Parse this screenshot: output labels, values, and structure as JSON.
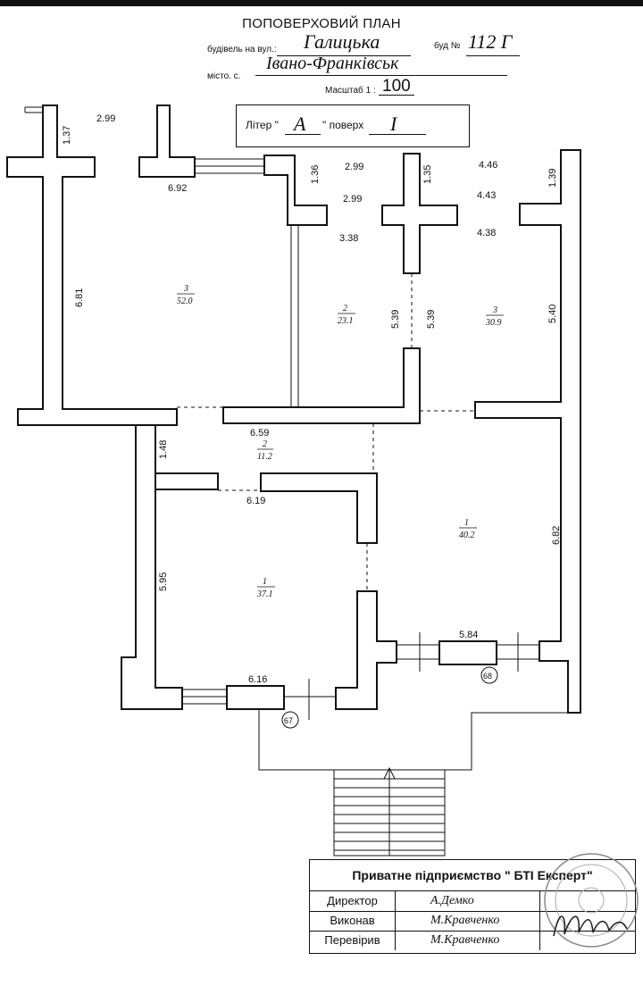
{
  "header": {
    "title": "ПОПОВЕРХОВИЙ ПЛАН",
    "street_label": "будівель на вул.:",
    "street_value": "Галицька",
    "building_label": "буд №",
    "building_value": "112 Г",
    "city_label": "місто. с.",
    "city_value": "Івано-Франківськ",
    "scale_label": "Масштаб 1 :",
    "scale_value": "100"
  },
  "liter": {
    "liter_label": "Літер \"",
    "liter_value": "А",
    "floor_label": "\" поверх",
    "floor_value": "I"
  },
  "dimensions": [
    "2.99",
    "1.37",
    "6.92",
    "1.36",
    "2.99",
    "1.35",
    "4.46",
    "1.39",
    "2.99",
    "4.43",
    "3.38",
    "4.38",
    "6.81",
    "5.39",
    "5.39",
    "5.40",
    "6.59",
    "1.48",
    "6.19",
    "6.82",
    "5.95",
    "5.84",
    "6.16"
  ],
  "rooms": [
    {
      "num": "3",
      "area": "52.0"
    },
    {
      "num": "2",
      "area": "23.1"
    },
    {
      "num": "3",
      "area": "30.9"
    },
    {
      "num": "2",
      "area": "11.2"
    },
    {
      "num": "1",
      "area": "40.2"
    },
    {
      "num": "1",
      "area": "37.1"
    }
  ],
  "markers": [
    "67",
    "68"
  ],
  "stamp": {
    "company": "Приватне підприємство \" БТІ Експерт\"",
    "rows": [
      {
        "role": "Директор",
        "name": "А.Демко"
      },
      {
        "role": "Виконав",
        "name": "М.Кравченко"
      },
      {
        "role": "Перевірив",
        "name": "М.Кравченко"
      }
    ]
  },
  "colors": {
    "ink": "#111111",
    "paper": "#ffffff"
  }
}
